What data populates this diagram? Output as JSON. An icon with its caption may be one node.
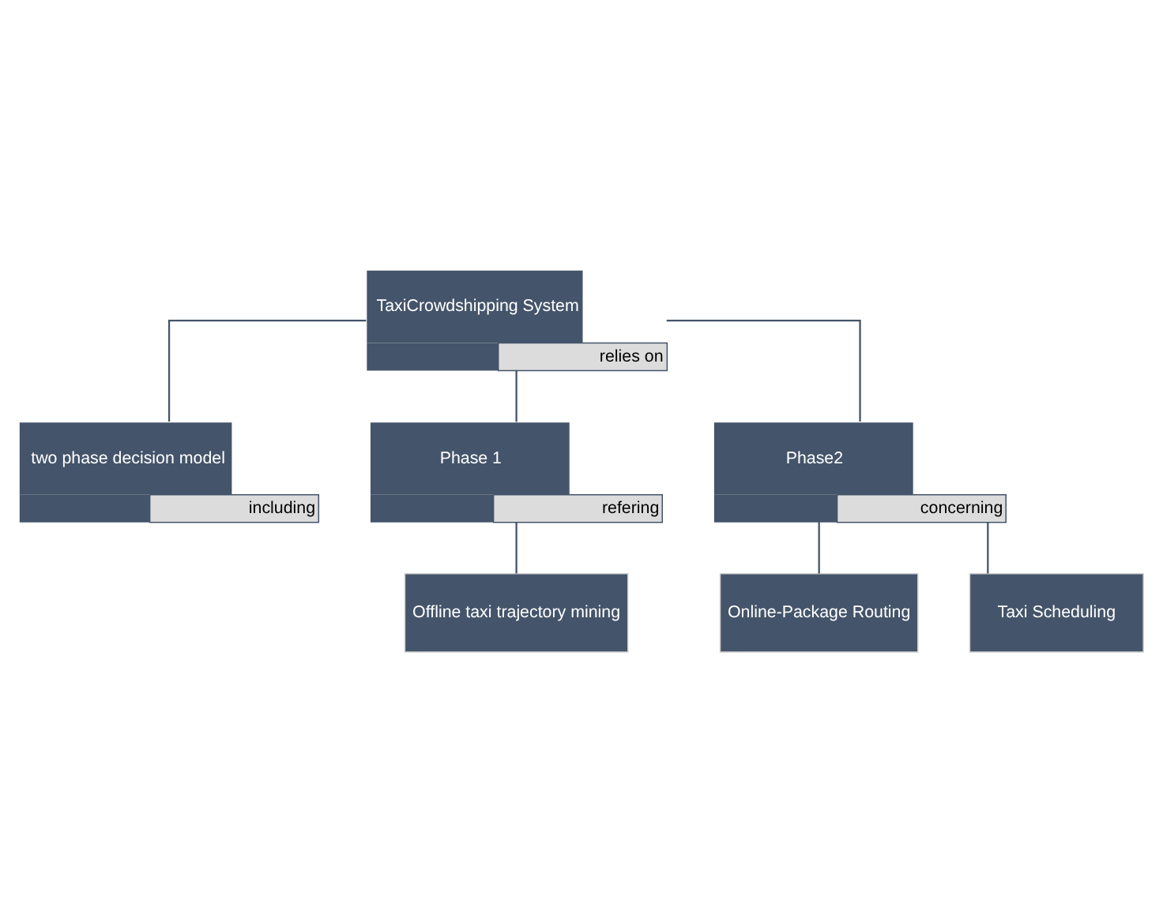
{
  "diagram": {
    "nodes": [
      {
        "text": [
          "TaxiCrowdshipping System",
          "relies on"
        ]
      },
      {
        "text": [
          "two phase decision model",
          "including"
        ]
      },
      {
        "text": [
          "Phase 1",
          "refering"
        ]
      },
      {
        "text": [
          "Phase2",
          "concerning"
        ]
      },
      {
        "text": [
          "Offline taxi trajectory mining"
        ]
      },
      {
        "text": [
          "Online-Package Routing"
        ]
      },
      {
        "text": [
          "Taxi Scheduling"
        ]
      }
    ],
    "edges": [
      {
        "from": 0,
        "to": 1,
        "arrow": "none"
      },
      {
        "from": 0,
        "to": 2,
        "arrow": "none"
      },
      {
        "from": 0,
        "to": 3,
        "arrow": "none"
      },
      {
        "from": 2,
        "to": 4,
        "arrow": "none"
      },
      {
        "from": 3,
        "to": 5,
        "arrow": "none"
      },
      {
        "from": 3,
        "to": 6,
        "arrow": "none"
      }
    ]
  }
}
